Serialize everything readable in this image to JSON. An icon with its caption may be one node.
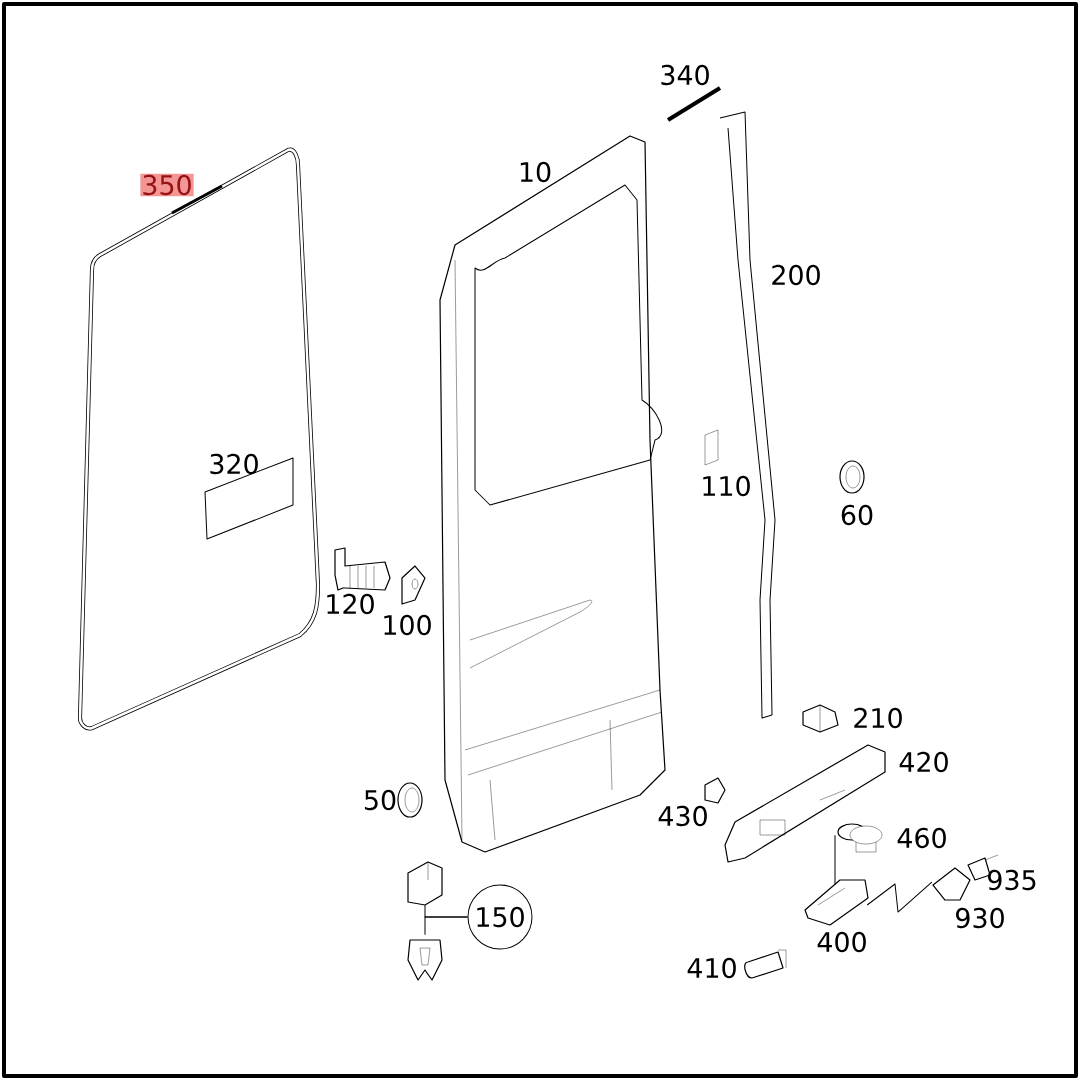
{
  "diagram": {
    "nodes": [
      {
        "text": [
          "150"
        ]
      },
      {
        "text": [],
        "shape": "picture"
      },
      {
        "text": [],
        "shape": "picture"
      },
      {
        "text": [],
        "shape": "picture",
        "beside": [
          "420"
        ]
      },
      {
        "text": [],
        "shape": "picture",
        "beside": [
          "400"
        ]
      },
      {
        "text": [],
        "shape": "picture",
        "beside": [
          "930"
        ]
      }
    ],
    "edges": [
      {
        "from": 0,
        "to": 1,
        "arrow": "none"
      },
      {
        "from": 0,
        "to": 2,
        "arrow": "none"
      },
      {
        "from": 3,
        "to": 4,
        "arrow": "none"
      },
      {
        "from": 4,
        "to": 5,
        "arrow": "none"
      }
    ],
    "labels": [
      "340",
      "350",
      "10",
      "200",
      "320",
      "110",
      "60",
      "120",
      "100",
      "210",
      "50",
      "430",
      "460",
      "935",
      "410"
    ]
  }
}
